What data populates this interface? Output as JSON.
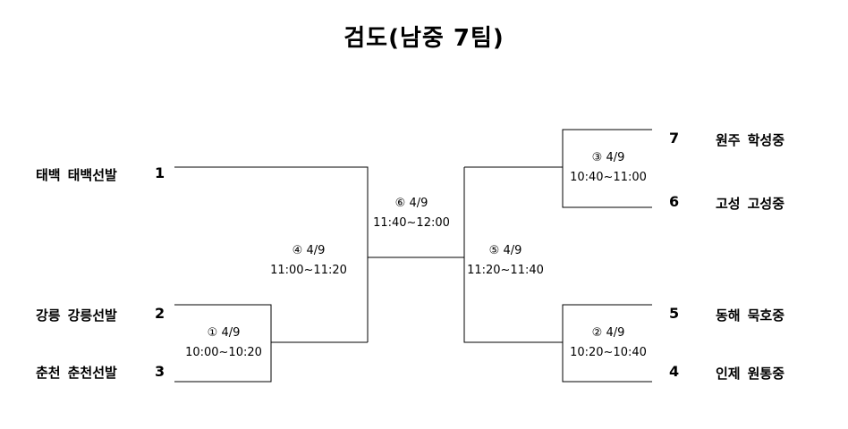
{
  "title": "검도(남중 7팀)",
  "teams": [
    {
      "seed": "1",
      "region": "태백",
      "name": "태백선발"
    },
    {
      "seed": "2",
      "region": "강릉",
      "name": "강릉선발"
    },
    {
      "seed": "3",
      "region": "춘천",
      "name": "춘천선발"
    },
    {
      "seed": "7",
      "region": "원주",
      "name": "학성중"
    },
    {
      "seed": "6",
      "region": "고성",
      "name": "고성중"
    },
    {
      "seed": "5",
      "region": "동해",
      "name": "묵호중"
    },
    {
      "seed": "4",
      "region": "인제",
      "name": "원통중"
    }
  ],
  "matches": [
    {
      "no": "①",
      "date": "4/9",
      "time": "10:00~10:20"
    },
    {
      "no": "②",
      "date": "4/9",
      "time": "10:20~10:40"
    },
    {
      "no": "③",
      "date": "4/9",
      "time": "10:40~11:00"
    },
    {
      "no": "④",
      "date": "4/9",
      "time": "11:00~11:20"
    },
    {
      "no": "⑤",
      "date": "4/9",
      "time": "11:20~11:40"
    },
    {
      "no": "⑥",
      "date": "4/9",
      "time": "11:40~12:00"
    }
  ]
}
